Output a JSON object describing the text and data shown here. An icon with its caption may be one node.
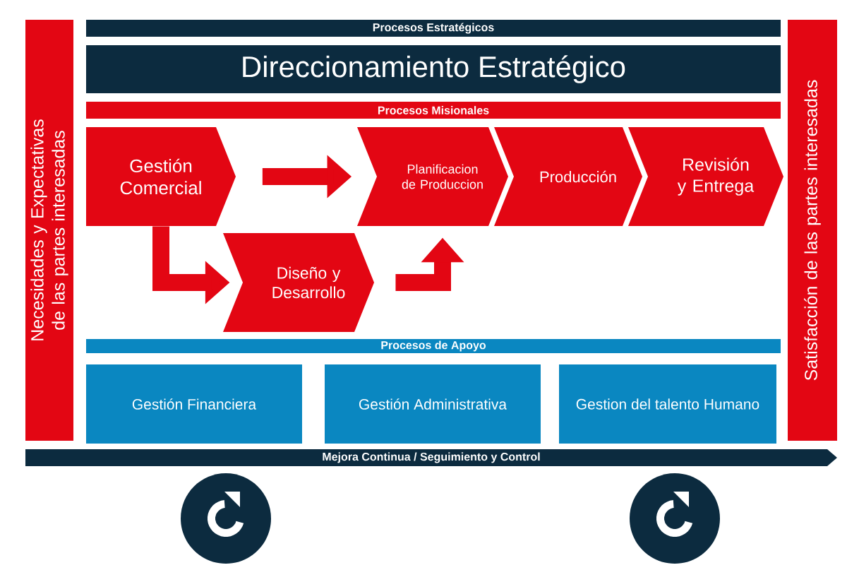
{
  "diagram": {
    "nodes": [
      {
        "text": [
          "Necesidades y Expectativas de las partes interesadas"
        ]
      },
      {
        "text": [
          "Procesos Estratégicos"
        ]
      },
      {
        "text": [
          "Direccionamiento Estratégico"
        ]
      },
      {
        "text": [
          "Procesos Misionales"
        ]
      },
      {
        "text": [
          "Gestión Comercial"
        ]
      },
      {
        "text": [
          "Planificacion de Produccion"
        ]
      },
      {
        "text": [
          "Producción"
        ]
      },
      {
        "text": [
          "Revisión y Entrega"
        ]
      },
      {
        "text": [
          "Diseño y Desarrollo"
        ]
      },
      {
        "text": [
          "Procesos de Apoyo"
        ]
      },
      {
        "text": [
          "Gestión Financiera"
        ]
      },
      {
        "text": [
          "Gestión Administrativa"
        ]
      },
      {
        "text": [
          "Gestion del talento Humano"
        ]
      },
      {
        "text": [
          "Satisfacción de las partes interesadas"
        ]
      },
      {
        "text": [
          "Mejora Continua / Seguimiento y Control"
        ]
      }
    ],
    "edges": [
      {
        "from": 4,
        "to": 5,
        "arrow": "to"
      },
      {
        "from": 4,
        "to": 8,
        "arrow": "to"
      },
      {
        "from": 8,
        "to": 5,
        "arrow": "to"
      }
    ]
  }
}
